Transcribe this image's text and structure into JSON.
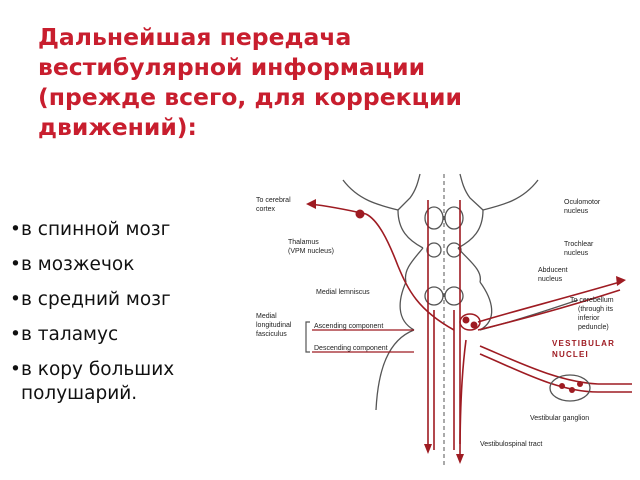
{
  "title": {
    "lines": [
      "Дальнейшая передача",
      "вестибулярной информации",
      "(прежде всего, для коррекции",
      "движений):"
    ]
  },
  "bullets": [
    "в спинной мозг",
    "в мозжечок",
    "в средний мозг",
    "в таламус",
    "в кору больших полушарий."
  ],
  "diagram": {
    "labels": {
      "to_cerebral_cortex_1": "To cerebral",
      "to_cerebral_cortex_2": "cortex",
      "thalamus_1": "Thalamus",
      "thalamus_2": "(VPM nucleus)",
      "medial_lemniscus": "Medial lemniscus",
      "mlf_1": "Medial",
      "mlf_2": "longitudinal",
      "mlf_3": "fasciculus",
      "ascending": "Ascending component",
      "descending": "Descending component",
      "oculomotor_1": "Oculomotor",
      "oculomotor_2": "nucleus",
      "trochlear_1": "Trochlear",
      "trochlear_2": "nucleus",
      "abducent_1": "Abducent",
      "abducent_2": "nucleus",
      "to_cerebellum_1": "To cerebellum",
      "to_cerebellum_2": "(through its",
      "to_cerebellum_3": "inferior",
      "to_cerebellum_4": "peduncle)",
      "vestibular_1": "VESTIBULAR",
      "vestibular_2": "NUCLEI",
      "vestibular_ganglion": "Vestibular ganglion",
      "vestibulospinal_tract": "Vestibulospinal tract"
    },
    "colors": {
      "pathway": "#9e1b22",
      "outline": "#555555",
      "label": "#222222",
      "accent_label": "#9e1b22"
    }
  }
}
